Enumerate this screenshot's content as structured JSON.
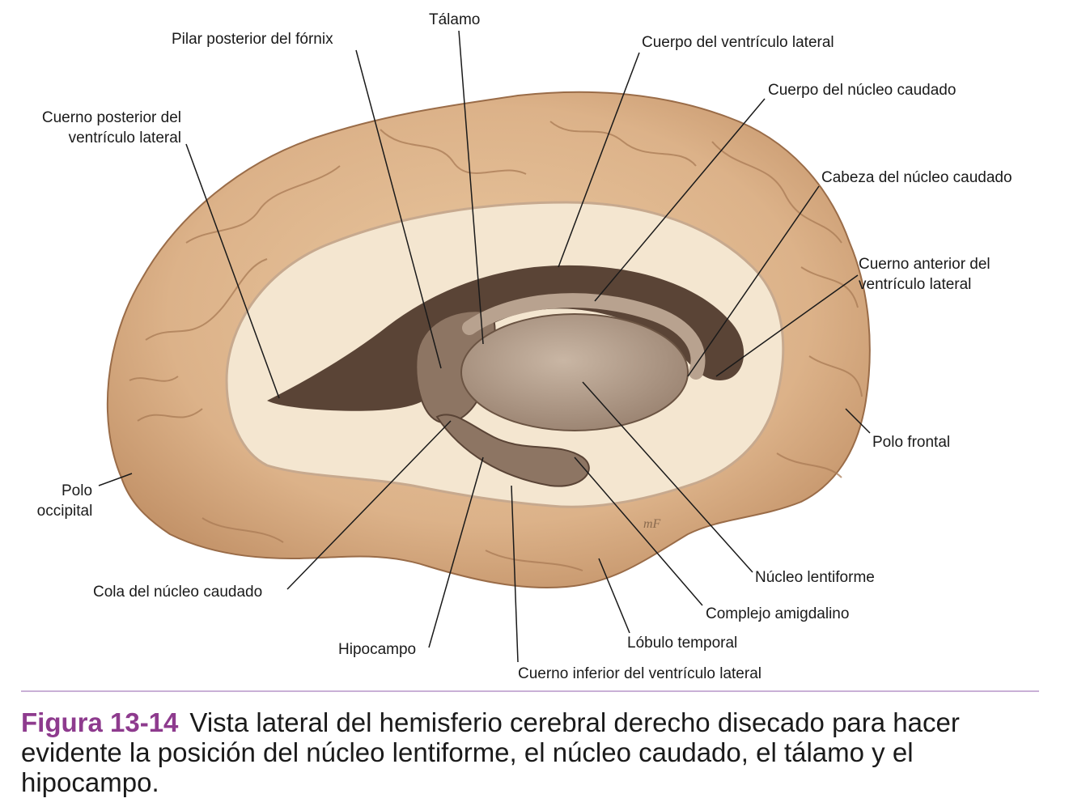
{
  "labels": {
    "talamo": "Tálamo",
    "pilar_posterior_fornix": "Pilar posterior del fórnix",
    "cuerpo_ventriculo_lateral": "Cuerpo del ventrículo lateral",
    "cuerpo_nucleo_caudado": "Cuerpo del núcleo caudado",
    "cuerno_posterior_line1": "Cuerno posterior del",
    "cuerno_posterior_line2": "ventrículo lateral",
    "cabeza_nucleo_caudado": "Cabeza del núcleo caudado",
    "cuerno_anterior_line1": "Cuerno anterior del",
    "cuerno_anterior_line2": "ventrículo lateral",
    "polo_frontal": "Polo frontal",
    "polo_occipital_line1": "Polo",
    "polo_occipital_line2": "occipital",
    "nucleo_lentiforme": "Núcleo lentiforme",
    "cola_nucleo_caudado": "Cola del núcleo caudado",
    "complejo_amigdalino": "Complejo amigdalino",
    "lobulo_temporal": "Lóbulo temporal",
    "hipocampo": "Hipocampo",
    "cuerno_inferior": "Cuerno inferior del ventrículo lateral",
    "artist_initials": "mF"
  },
  "caption": {
    "figure_number": "Figura 13-14",
    "text": "Vista lateral del hemisferio cerebral derecho disecado para hacer evidente la posición del núcleo lentiforme, el núcleo caudado, el tálamo y el hipocampo."
  },
  "colors": {
    "cortex": "#ddb58a",
    "cortex_shadow": "#b88a5e",
    "white_matter": "#f4e6d0",
    "ventricle": "#5a4436",
    "nucleus": "#a99482",
    "accent": "#8e3b8e",
    "divider": "#c9b0d6"
  }
}
